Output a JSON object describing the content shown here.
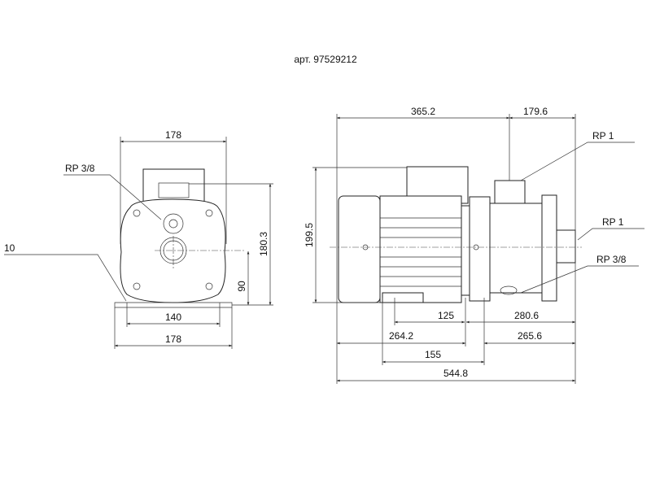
{
  "title": "арт. 97529212",
  "front_view": {
    "width_top": "178",
    "height_total": "180.3",
    "height_axis": "90",
    "foot_spacing": "140",
    "foot_width": "178",
    "foot_thickness": "10",
    "drain_port": "RP 3/8"
  },
  "side_view": {
    "length_motor": "365.2",
    "length_pump": "179.6",
    "height": "199.5",
    "dim_125": "125",
    "dim_280_6": "280.6",
    "dim_264_2": "264.2",
    "dim_265_6": "265.6",
    "dim_155": "155",
    "total_length": "544.8",
    "outlet_port": "RP 1",
    "inlet_port": "RP 1",
    "drain_port": "RP 3/8"
  }
}
